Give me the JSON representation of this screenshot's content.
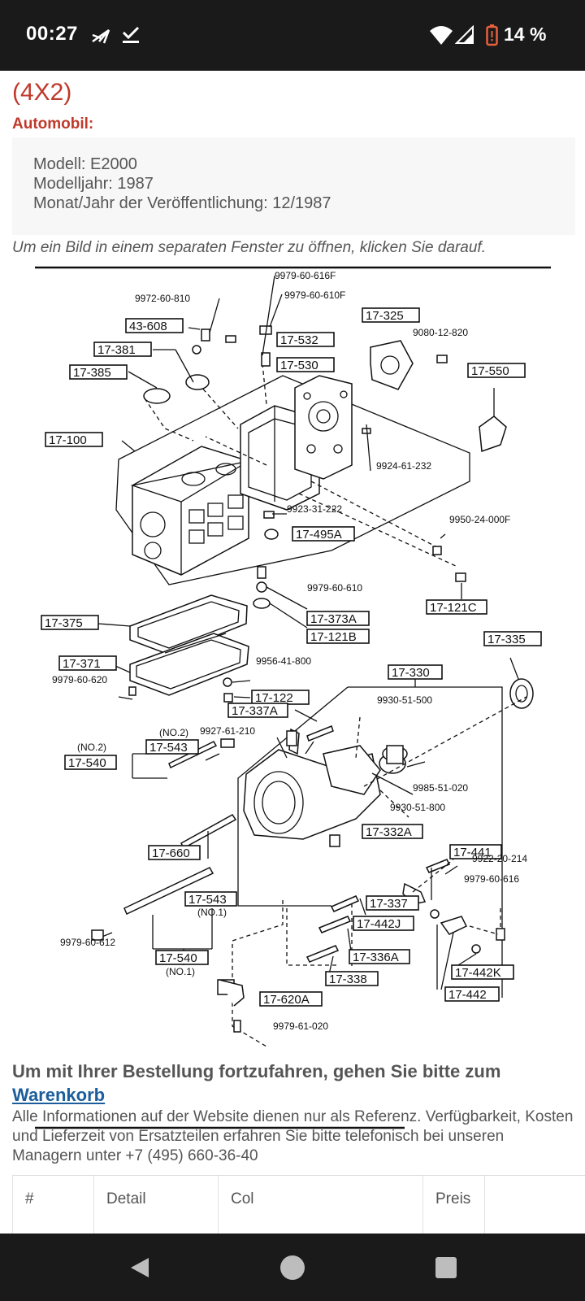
{
  "status_bar": {
    "time": "00:27",
    "battery_pct": "14 %",
    "icons": [
      "send-icon",
      "check-icon",
      "wifi-icon",
      "signal-icon",
      "battery-low-icon"
    ]
  },
  "page": {
    "title": "(4X2)",
    "automobile_label": "Automobil:",
    "info": {
      "model": "Modell: E2000",
      "model_year": "Modelljahr: 1987",
      "release": "Monat/Jahr der Veröffentlichung: 12/1987"
    },
    "image_hint": "Um ein Bild in einem separaten Fenster zu öffnen, klicken Sie darauf.",
    "diagram": {
      "boxed_labels": [
        "43-608",
        "17-532",
        "17-530",
        "17-381",
        "17-385",
        "17-325",
        "17-550",
        "17-100",
        "17-495A",
        "17-121C",
        "17-375",
        "17-373A",
        "17-121B",
        "17-335",
        "17-371",
        "17-122",
        "17-330",
        "17-337A",
        "17-543",
        "17-540",
        "17-660",
        "17-332A",
        "17-441",
        "17-543",
        "17-337",
        "17-442J",
        "17-540",
        "17-336A",
        "17-338",
        "17-442K",
        "17-620A",
        "17-442"
      ],
      "plain_labels": [
        "9979-60-616F",
        "9972-60-810",
        "9979-60-610F",
        "9080-12-820",
        "9924-61-232",
        "9923-31-222",
        "9950-24-000F",
        "9979-60-610",
        "9956-41-800",
        "9979-60-620",
        "9930-51-500",
        "(NO.2)",
        "9927-61-210",
        "(NO.2)",
        "9985-51-020",
        "9930-51-800",
        "9922-20-214",
        "9979-60-616",
        "(NO.1)",
        "9979-60-612",
        "(NO.1)",
        "9979-61-020"
      ]
    },
    "proceed_text": "Um mit Ihrer Bestellung fortzufahren, gehen Sie bitte zum",
    "cart_link": "Warenkorb",
    "disclaimer": "Alle Informationen auf der Website dienen nur als Referenz. Verfügbarkeit, Kosten und Lieferzeit von Ersatzteilen erfahren Sie bitte telefonisch bei unseren Managern unter +7 (495) 660-36-40",
    "table_headers": [
      "#",
      "Detail",
      "Col",
      "Preis"
    ]
  },
  "nav_bar": {
    "buttons": [
      "back-button",
      "home-button",
      "recents-button"
    ]
  }
}
